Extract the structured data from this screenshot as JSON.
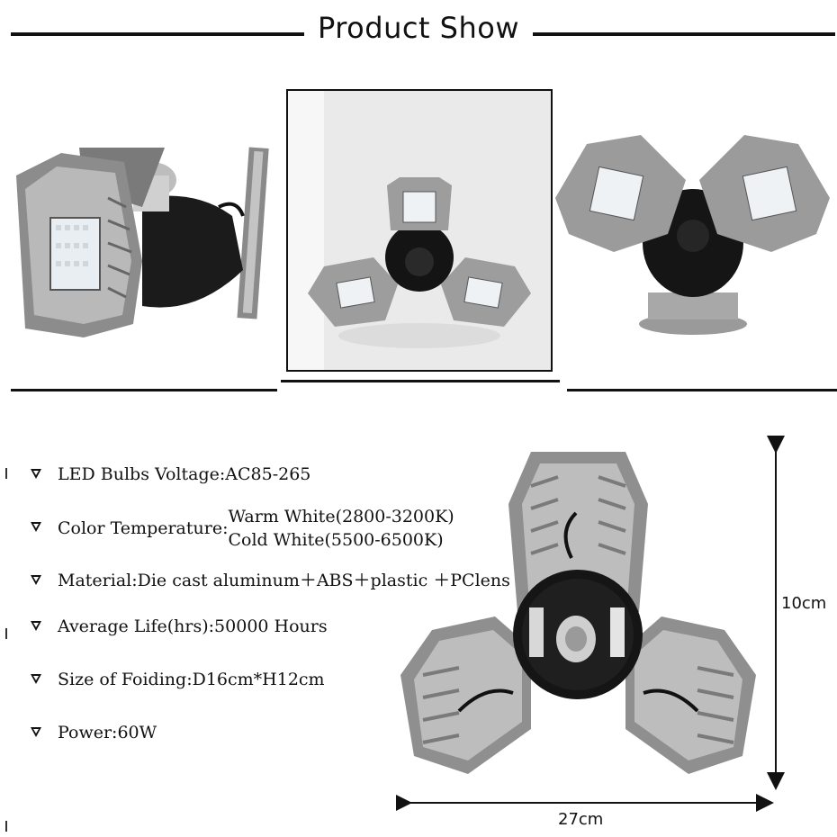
{
  "header": {
    "title": "Product Show"
  },
  "specs": {
    "voltage": "LED Bulbs Voltage:AC85-265",
    "color_temp_label": "Color Temperature:",
    "color_temp_values": [
      "Warm White(2800-3200K)",
      "Cold White(5500-6500K)"
    ],
    "material": "Material:Die cast aluminum＋ABS＋plastic ＋PClens",
    "life": "Average Life(hrs):50000 Hours",
    "size": "Size of Foiding:D16cm*H12cm",
    "power": "Power:60W"
  },
  "dimensions": {
    "height": "10cm",
    "width": "27cm"
  }
}
